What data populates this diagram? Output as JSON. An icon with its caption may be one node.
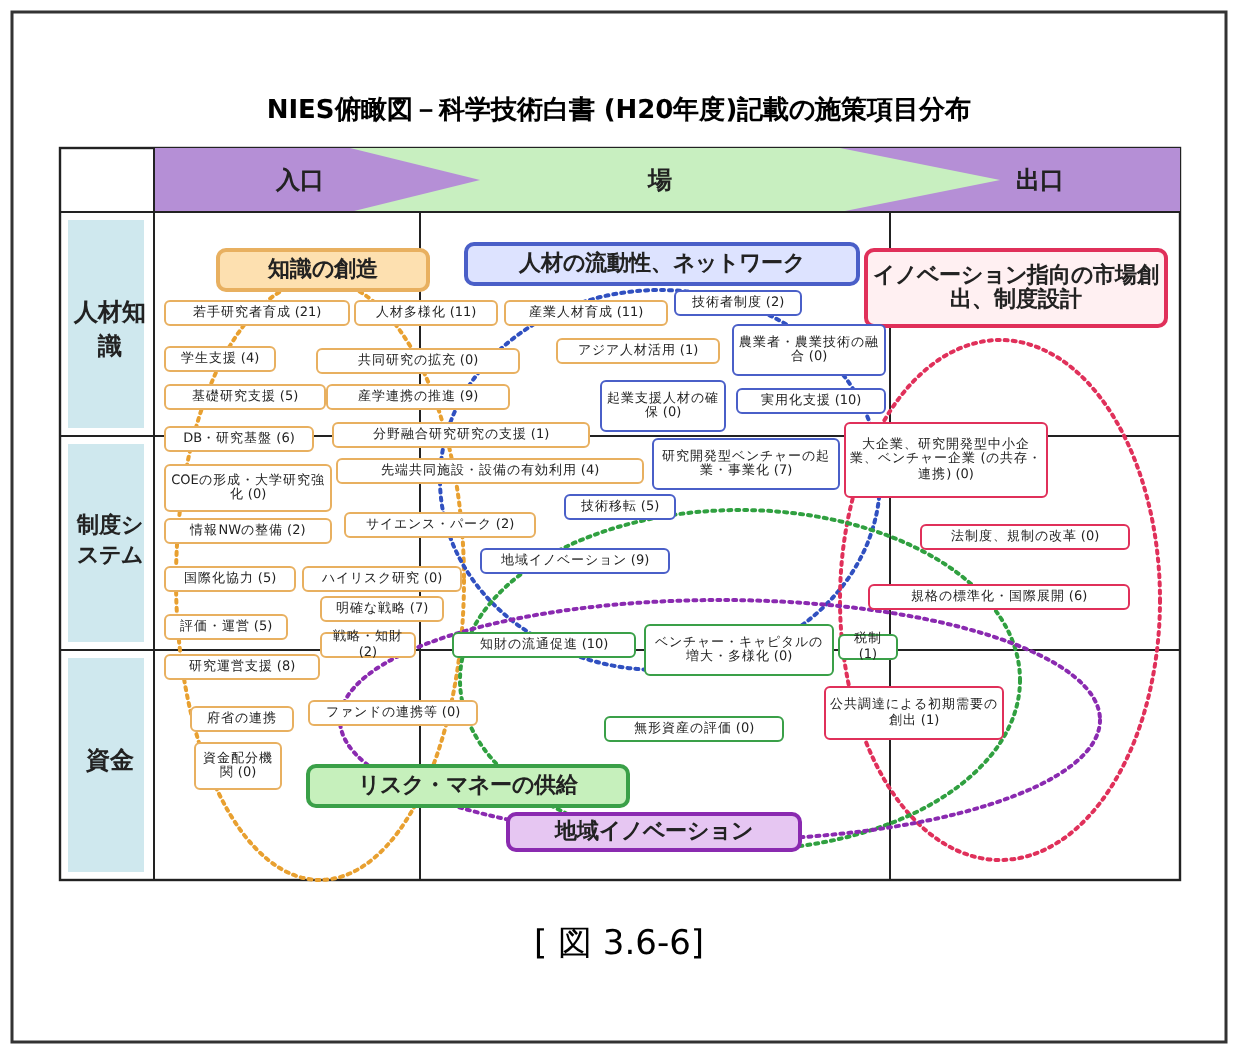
{
  "diagram": {
    "title": "NIES俯瞰図－科学技術白書 (H20年度)記載の施策項目分布",
    "caption": "[ 図 3.6-6]",
    "nodes": [
      {
        "text": [
          "知識の創造"
        ]
      },
      {
        "text": [
          "人材の流動性、ネットワーク"
        ]
      },
      {
        "text": [
          "イノベーション指向の市場創出、制度設計"
        ]
      },
      {
        "text": [
          "若手研究者育成 (21)"
        ]
      },
      {
        "text": [
          "人材多様化 (11)"
        ]
      },
      {
        "text": [
          "産業人材育成 (11)"
        ]
      },
      {
        "text": [
          "技術者制度 (2)"
        ]
      },
      {
        "text": [
          "学生支援 (4)"
        ]
      },
      {
        "text": [
          "共同研究の拡充 (0)"
        ]
      },
      {
        "text": [
          "アジア人材活用 (1)"
        ]
      },
      {
        "text": [
          "農業者・農業技術の融合 (0)"
        ]
      },
      {
        "text": [
          "基礎研究支援 (5)"
        ]
      },
      {
        "text": [
          "産学連携の推進 (9)"
        ]
      },
      {
        "text": [
          "起業支援人材の確保 (0)"
        ]
      },
      {
        "text": [
          "実用化支援 (10)"
        ]
      },
      {
        "text": [
          "DB・研究基盤 (6)"
        ]
      },
      {
        "text": [
          "分野融合研究研究の支援 (1)"
        ]
      },
      {
        "text": [
          "先端共同施設・設備の有効利用 (4)"
        ]
      },
      {
        "text": [
          "COEの形成・大学研究強化 (0)"
        ]
      },
      {
        "text": [
          "研究開発型ベンチャーの起業・事業化 (7)"
        ]
      },
      {
        "text": [
          "大企業、研究開発型中小企業、ベンチャー企業 (の共存・連携) (0)"
        ]
      },
      {
        "text": [
          "情報NWの整備 (2)"
        ]
      },
      {
        "text": [
          "サイエンス・パーク (2)"
        ]
      },
      {
        "text": [
          "技術移転 (5)"
        ]
      },
      {
        "text": [
          "法制度、規制の改革 (0)"
        ]
      },
      {
        "text": [
          "国際化協力 (5)"
        ]
      },
      {
        "text": [
          "ハイリスク研究 (0)"
        ]
      },
      {
        "text": [
          "地域イノベーション (9)"
        ]
      },
      {
        "text": [
          "明確な戦略 (7)"
        ]
      },
      {
        "text": [
          "規格の標準化・国際展開 (6)"
        ]
      },
      {
        "text": [
          "評価・運営 (5)"
        ]
      },
      {
        "text": [
          "戦略・知財 (2)"
        ]
      },
      {
        "text": [
          "知財の流通促進 (10)"
        ]
      },
      {
        "text": [
          "ベンチャー・キャピタルの増大・多様化 (0)"
        ]
      },
      {
        "text": [
          "税制 (1)"
        ]
      },
      {
        "text": [
          "研究運営支援 (8)"
        ]
      },
      {
        "text": [
          "府省の連携"
        ]
      },
      {
        "text": [
          "ファンドの連携等 (0)"
        ]
      },
      {
        "text": [
          "無形資産の評価 (0)"
        ]
      },
      {
        "text": [
          "公共調達による初期需要の創出 (1)"
        ]
      },
      {
        "text": [
          "資金配分機関 (0)"
        ]
      },
      {
        "text": [
          "リスク・マネーの供給"
        ]
      },
      {
        "text": [
          "地域イノベーション"
        ]
      }
    ],
    "labels": [
      "入口",
      "場",
      "出口",
      "人材知識",
      "制度システム",
      "資金"
    ]
  }
}
